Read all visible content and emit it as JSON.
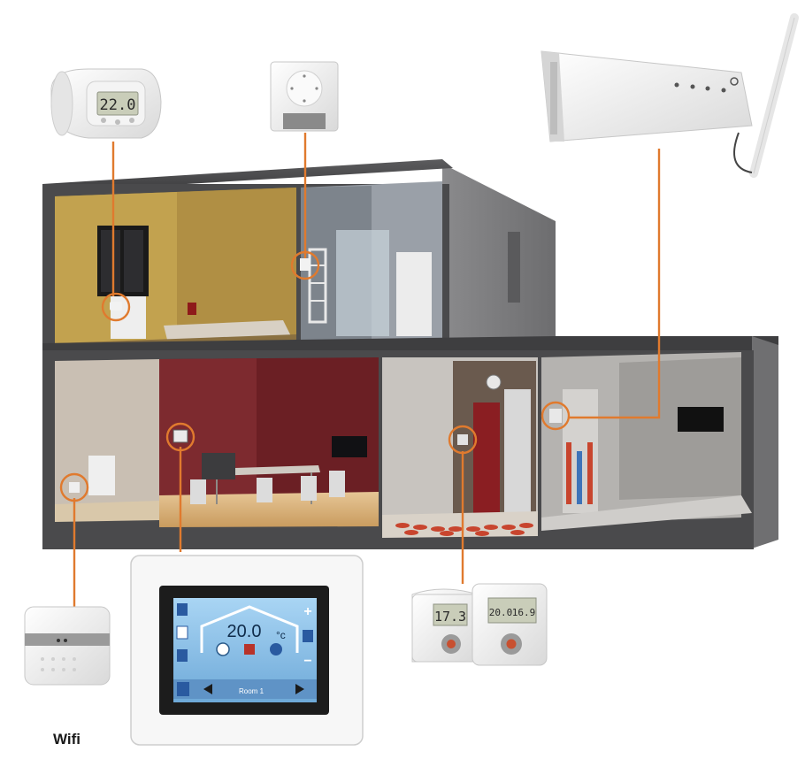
{
  "caption": "Wifi",
  "devices": {
    "radiator_valve": {
      "display": "22.0"
    },
    "touchscreen": {
      "temperature": "20.0",
      "unit": "°c",
      "bar_text": "Room 1"
    },
    "thermostat_left": {
      "display": "17.3"
    },
    "thermostat_right": {
      "display_a": "20.0",
      "display_b": "16.9"
    }
  },
  "colors": {
    "leader_line": "#e07a2e",
    "wall_shell": "#4a4a4c",
    "bedroom_wall": "#b89a4a",
    "dining_wall": "#6b1f24",
    "floor_wood": "#d9b583",
    "screen_blue": "#8fc3ea"
  }
}
